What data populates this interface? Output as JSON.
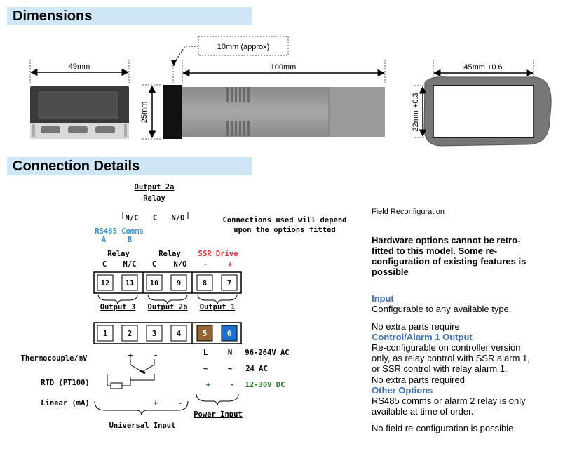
{
  "sections": {
    "dimensions": "Dimensions",
    "connection": "Connection Details"
  },
  "dims": {
    "w49": "49mm",
    "h25": "25mm",
    "approx": "10mm (approx)",
    "len100": "100mm",
    "cut45": "45mm +0.6",
    "cut22": "22mm +0.3"
  },
  "wiring": {
    "output2a": "Output 2a",
    "relay_top": "Relay",
    "nc": "N/C",
    "c": "C",
    "no": "N/O",
    "rs485": "RS485 Comms",
    "rs_a": "A",
    "rs_b": "B",
    "relay_left": "Relay",
    "relay_mid": "Relay",
    "ssr": "SSR Drive",
    "minus": "-",
    "plus": "+",
    "top_terms": [
      "12",
      "11",
      "10",
      "9",
      "8",
      "7"
    ],
    "bottom_terms": [
      "1",
      "2",
      "3",
      "4",
      "5",
      "6"
    ],
    "top_labels": [
      "C",
      "N/C",
      "C",
      "N/O",
      "-",
      "+"
    ],
    "output3": "Output 3",
    "output2b": "Output 2b",
    "output1": "Output 1",
    "note_line1": "Connections used will depend",
    "note_line2": "upon the options fitted",
    "tc": "Thermocouple/mV",
    "rtd": "RTD (PT100)",
    "linear": "Linear (mA)",
    "universal": "Universal Input",
    "power": "Power Input",
    "L": "L",
    "N": "N",
    "tilde": "~",
    "v1": "96-264V AC",
    "v2": "24 AC",
    "v3": "12-30V DC",
    "colors": {
      "blue": "#2d8fd8",
      "red": "#e32626",
      "green": "#1e7a1e",
      "brown": "#946433",
      "term6": "#1e6fd0"
    }
  },
  "panel": {
    "title": "Field Reconfiguration",
    "lead": "Hardware options cannot be retro-fitted to this model. Some re-configuration of existing features is possible",
    "input_head": "Input",
    "input_text": "Configurable to any available type.",
    "no_extra1": "No extra parts require",
    "control_head": "Control/Alarm 1 Output",
    "control_text": "Re-configurable on controller version only, as relay control with SSR alarm 1, or SSR control with relay alarm 1.",
    "no_extra2": "No extra parts required",
    "other_head": "Other Options",
    "other_text": "RS485 comms or alarm 2 relay is only available at time of order.",
    "final": "No field re-configuration is possible"
  }
}
